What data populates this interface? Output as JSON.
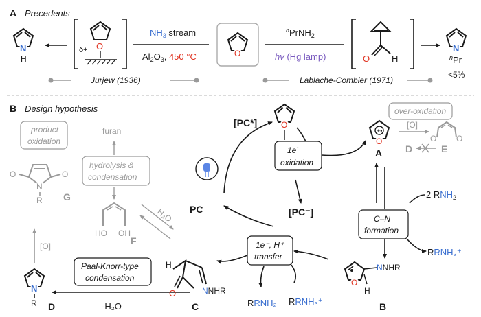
{
  "section_a": {
    "letter": "A",
    "title": "Precedents",
    "delta": "δ+",
    "nh3_prefix": "NH",
    "nh3_sub": "3",
    "nh3_suffix": " stream",
    "al_prefix": "Al",
    "al_sub1": "2",
    "al_mid": "O",
    "al_sub2": "3",
    "al_sep": ", ",
    "al_temp": "450 °C",
    "prnh2_sup": "n",
    "prnh2_text": "PrNH",
    "prnh2_sub": "2",
    "hv": "hv",
    "hg": " (Hg lamp)",
    "nh_label": "H",
    "npr_sup": "n",
    "npr_text": "Pr",
    "yield": "<5%",
    "ref_left": "Jurjew (1936)",
    "ref_right": "Lablache-Combier (1971)",
    "aldehyde_o": "O",
    "aldehyde_h": "H"
  },
  "section_b": {
    "letter": "B",
    "title": "Design hypothesis",
    "furan_label": "furan",
    "hydrolysis_1": "hydrolysis &",
    "hydrolysis_2": "condensation",
    "product_ox_1": "product",
    "product_ox_2": "oxidation",
    "over_ox": "over-oxidation",
    "pc_star": "[PC*]",
    "pc": "PC",
    "pc_minus": "[PC⁻]",
    "one_e_sup": "-",
    "one_e_1": "1e",
    "one_e_2": "oxidation",
    "transfer_1": "1e⁻, H⁺",
    "transfer_2": "transfer",
    "cn_1": "C–N",
    "cn_2": "formation",
    "reagent_2rnh2": "2 RNH₂",
    "rnh3": "RNH₃⁺",
    "rnh2": "RNH₂",
    "rnh3_bottom": "RNH₃⁺",
    "h2o_diag": "H₂O",
    "o_reagent": "[O]",
    "o_reagent_g": "[O]",
    "paal_1": "Paal-Knorr-type",
    "paal_2": "condensation",
    "minus_h2o": "-H₂O",
    "label_A": "A",
    "label_B": "B",
    "label_C": "C",
    "label_D": "D",
    "label_D2": "D",
    "label_E": "E",
    "label_F": "F",
    "label_G": "G",
    "ho_left": "HO",
    "oh_right": "OH",
    "g_o_left": "O",
    "g_o_right": "O",
    "g_n": "N",
    "g_r": "R",
    "d_n": "N",
    "d_r": "R",
    "b_nhr": "NHR",
    "b_h": "H",
    "b_o": "O",
    "c_h": "H",
    "c_o": "O",
    "c_nhr": "NHR",
    "a_o": "O",
    "furan_o": "O",
    "e_o1": "O",
    "e_o2": "O"
  },
  "colors": {
    "text": "#1a1a1a",
    "red": "#e0301e",
    "blue": "#3a6fd0",
    "grey": "#9a9a9a",
    "purple": "#7a5bbf"
  }
}
